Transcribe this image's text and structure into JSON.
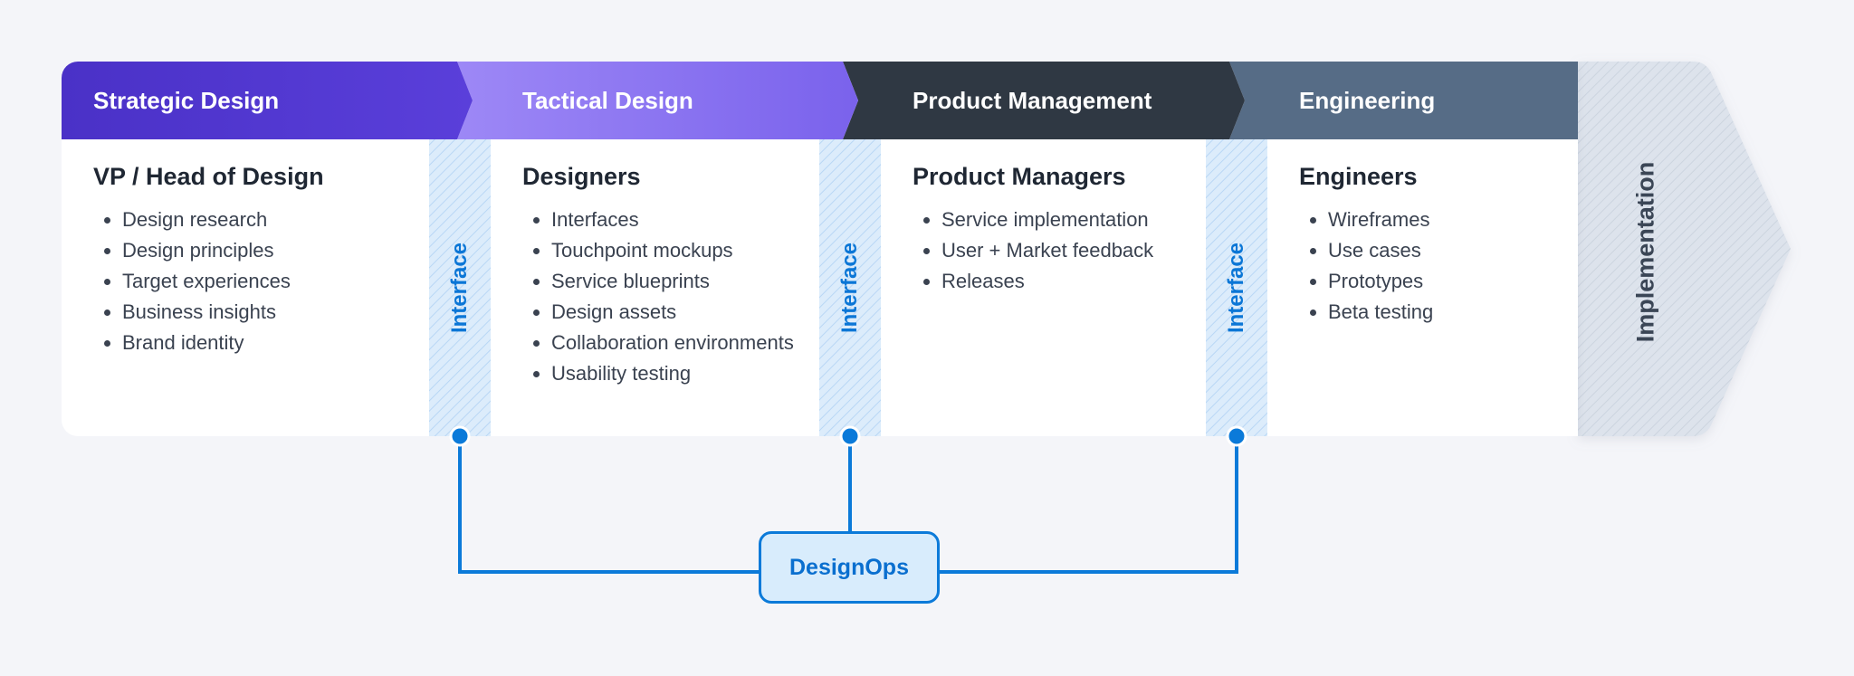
{
  "stages": [
    {
      "header": "Strategic Design",
      "title": "VP / Head of Design",
      "items": [
        "Design research",
        "Design principles",
        "Target experiences",
        "Business insights",
        "Brand identity"
      ],
      "color_start": "#4a31c7",
      "color_end": "#5a3fda"
    },
    {
      "header": "Tactical Design",
      "title": "Designers",
      "items": [
        "Interfaces",
        "Touchpoint mockups",
        "Service blueprints",
        "Design assets",
        "Collaboration environments",
        "Usability testing"
      ],
      "color_start": "#9d88f6",
      "color_end": "#7a62ec"
    },
    {
      "header": "Product Management",
      "title": "Product Managers",
      "items": [
        "Service implementation",
        "User + Market feedback",
        "Releases"
      ],
      "color_start": "#2e3742",
      "color_end": "#333c48"
    },
    {
      "header": "Engineering",
      "title": "Engineers",
      "items": [
        "Wireframes",
        "Use cases",
        "Prototypes",
        "Beta testing"
      ],
      "color_start": "#566c86",
      "color_end": "#5b7089"
    }
  ],
  "interface_label": "Interface",
  "implementation_label": "Implementation",
  "designops_label": "DesignOps",
  "colors": {
    "background": "#f4f5f9",
    "panel": "#ffffff",
    "interface_fill": "#dcecfb",
    "interface_stripe": "#b9d7f5",
    "accent_blue": "#0b7ad9",
    "implementation_fill": "#dde3ec"
  }
}
